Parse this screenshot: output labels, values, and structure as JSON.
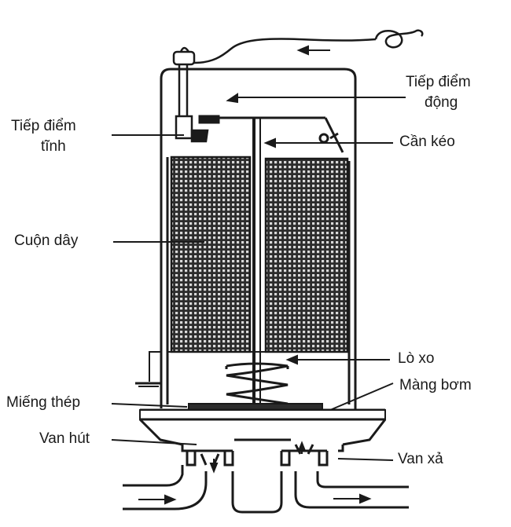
{
  "labels": {
    "tiep_diem_tinh_line1": "Tiếp điểm",
    "tiep_diem_tinh_line2": "tĩnh",
    "tiep_diem_dong_line1": "Tiếp điểm",
    "tiep_diem_dong_line2": "động",
    "can_keo": "Cần kéo",
    "cuon_day": "Cuộn dây",
    "lo_xo": "Lò xo",
    "mang_bom": "Màng bơm",
    "mieng_thep": "Miếng thép",
    "van_hut": "Van hút",
    "van_xa": "Van xả"
  },
  "colors": {
    "ink": "#1a1a1a",
    "coil_fill": "#3a3a3a",
    "background": "#ffffff"
  }
}
